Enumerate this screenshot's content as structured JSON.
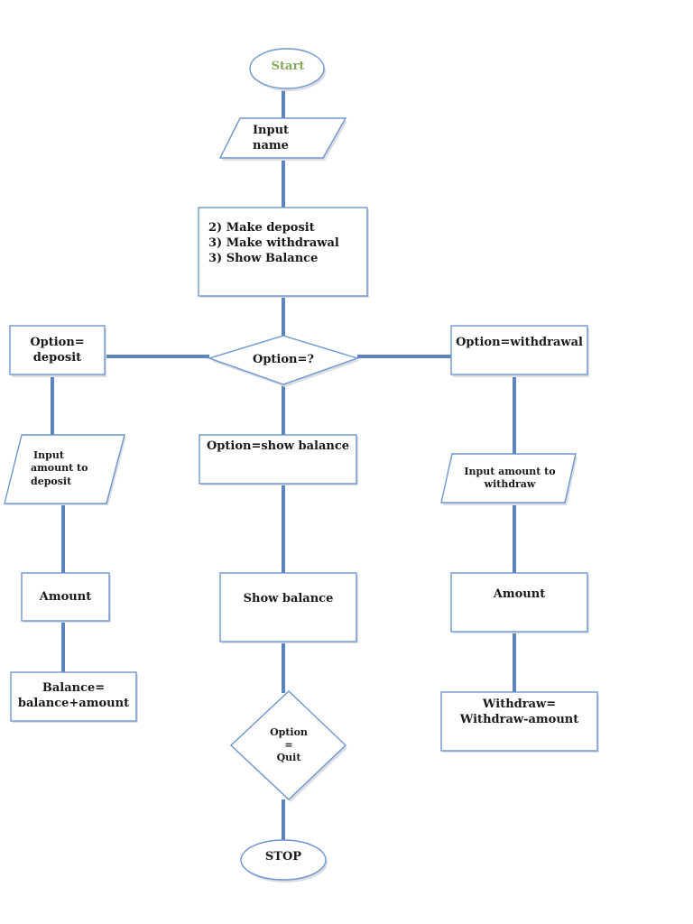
{
  "nodes": {
    "start": "Start",
    "input_name_1": "Input",
    "input_name_2": "name",
    "menu_1": "2) Make deposit",
    "menu_2": "3) Make withdrawal",
    "menu_3": "3) Show Balance",
    "decision_option": "Option=?",
    "option_deposit_1": "Option=",
    "option_deposit_2": "deposit",
    "option_withdrawal": "Option=withdrawal",
    "option_show_balance": "Option=show balance",
    "input_deposit_1": "Input",
    "input_deposit_2": "amount to",
    "input_deposit_3": "deposit",
    "input_withdraw_1": "Input amount to",
    "input_withdraw_2": "withdraw",
    "amount_left": "Amount",
    "amount_right": "Amount",
    "show_balance": "Show balance",
    "balance_update_1": "Balance=",
    "balance_update_2": "balance+amount",
    "withdraw_update_1": "Withdraw=",
    "withdraw_update_2": "Withdraw-amount",
    "quit_1": "Option",
    "quit_2": "=",
    "quit_3": "Quit",
    "stop": "STOP"
  },
  "colors": {
    "connector": "#5b84bf",
    "shape_border": "#6f95cd",
    "start_text": "#86a85a"
  }
}
